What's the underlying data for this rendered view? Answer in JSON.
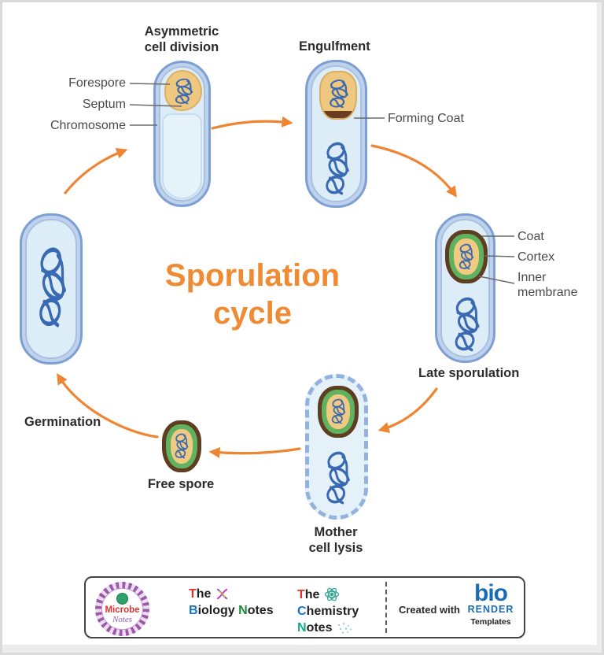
{
  "title": {
    "line1": "Sporulation",
    "line2": "cycle"
  },
  "stages": {
    "asymmetric": {
      "line1": "Asymmetric",
      "line2": "cell division"
    },
    "engulfment": {
      "label": "Engulfment"
    },
    "late": {
      "label": "Late sporulation"
    },
    "mother": {
      "line1": "Mother",
      "line2": "cell lysis"
    },
    "free_spore": {
      "label": "Free spore"
    },
    "germination": {
      "label": "Germination"
    }
  },
  "callouts": {
    "forespore": "Forespore",
    "septum": "Septum",
    "chromosome": "Chromosome",
    "forming_coat": "Forming Coat",
    "coat": "Coat",
    "cortex": "Cortex",
    "inner_line1": "Inner",
    "inner_line2": "membrane"
  },
  "footer": {
    "microbe": {
      "word1": "Microbe",
      "word2": "Notes"
    },
    "biology": {
      "word1": "The",
      "word2": "Biology",
      "word3": "Notes"
    },
    "chemistry": {
      "word1": "The",
      "word2": "Chemistry",
      "word3": "Notes"
    },
    "created_with": "Created with",
    "biorender": {
      "bio": "bio",
      "render": "RENDER",
      "templates": "Templates"
    }
  },
  "colors": {
    "accent_orange": "#EE8B33",
    "cell_border_blue": "#7D9FD3",
    "cell_fill_blue": "#DDEDF7",
    "forespore_tan": "#EEC87F",
    "spore_coat_brown": "#5E3D20",
    "cortex_green": "#5FB260",
    "chromosome_blue": "#3A69B3",
    "biorender_blue": "#1B6CB5"
  }
}
